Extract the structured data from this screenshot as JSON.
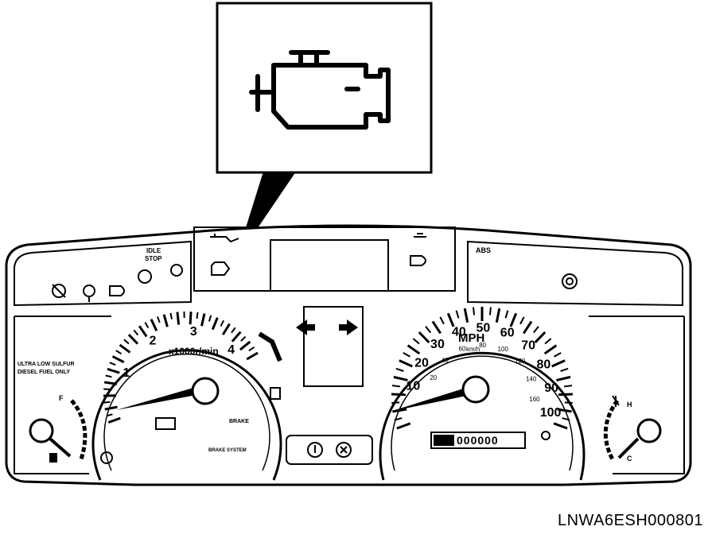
{
  "reference_code": "LNWA6ESH000801",
  "callout": {
    "icon": "check-engine-icon"
  },
  "tachometer": {
    "scale_label": "x1000r/min",
    "major_labels": [
      "1",
      "2",
      "3",
      "4"
    ],
    "brake_label": "BRAKE",
    "lower_label": "BRAKE SYSTEM"
  },
  "speedometer": {
    "mph_labels": [
      "10",
      "20",
      "30",
      "40",
      "50",
      "60",
      "70",
      "80",
      "90",
      "100"
    ],
    "kmh_labels": [
      "20",
      "40",
      "60",
      "80",
      "100",
      "120",
      "140",
      "160"
    ],
    "unit_main": "MPH",
    "unit_sub": "km/h",
    "odometer": "000000",
    "abs_label": "ABS"
  },
  "left_panel": {
    "fuel_notice_line1": "ULTRA LOW SULFUR",
    "fuel_notice_line2": "DIESEL FUEL ONLY",
    "fuel_full": "F",
    "idle_stop_line1": "IDLE",
    "idle_stop_line2": "STOP"
  },
  "right_panel": {
    "temp_hot": "H",
    "temp_cold": "C"
  },
  "icons": [
    "check-engine-icon",
    "fuel-pump-icon",
    "temperature-icon",
    "battery-icon",
    "turn-left-arrow-icon",
    "turn-right-arrow-icon",
    "abs-icon",
    "headlight-icon",
    "seatbelt-icon",
    "glow-plug-icon",
    "oil-pressure-icon",
    "brake-warning-icon"
  ]
}
